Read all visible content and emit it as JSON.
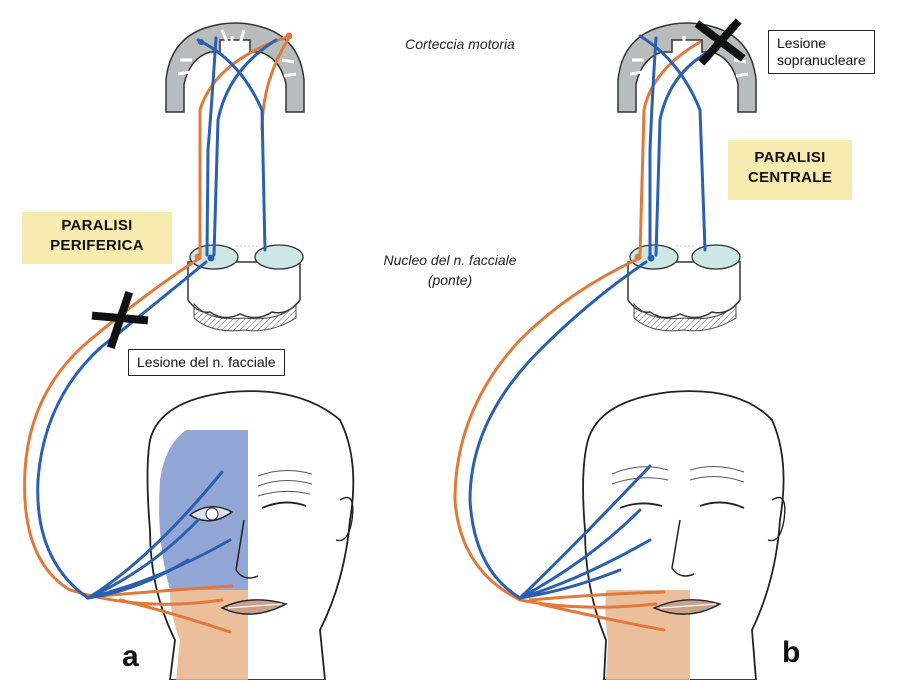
{
  "labels": {
    "motor_cortex": "Corteccia motoria",
    "facial_nucleus_line1": "Nucleo del n. facciale",
    "facial_nucleus_line2": "(ponte)"
  },
  "panel_a": {
    "letter": "a",
    "paralysis_line1": "PARALISI",
    "paralysis_line2": "PERIFERICA",
    "lesion_label": "Lesione del n. facciale"
  },
  "panel_b": {
    "letter": "b",
    "paralysis_line1": "PARALISI",
    "paralysis_line2": "CENTRALE",
    "lesion_line1": "Lesione",
    "lesion_line2": "sopranucleare"
  },
  "colors": {
    "pathway_blue": "#2b5fb0",
    "pathway_orange": "#e07a3c",
    "paralysis_blue_zone": "#7f98cf",
    "paralysis_orange_zone": "#e8b48a",
    "label_yellow": "#f7ebb0",
    "nucleus_fill": "#cde6e6"
  }
}
